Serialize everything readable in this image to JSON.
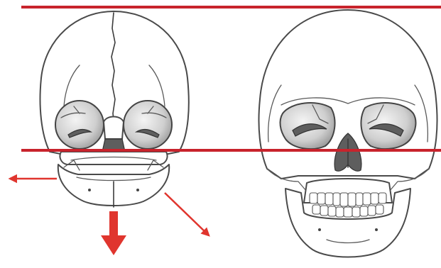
{
  "diagram": {
    "subjects": [
      "infant-skull",
      "adult-skull"
    ],
    "reference_lines": [
      "cranial-top-line",
      "orbit-level-line"
    ],
    "growth_arrows": [
      "lateral-left",
      "downward",
      "diagonal-down-right"
    ]
  },
  "colors": {
    "guide_line": "#c8232c",
    "arrow": "#e0352e",
    "bone_outline": "#4a4a4a",
    "orbit_shade": "#bdbdbd",
    "nasal_cavity": "#5e5e5e"
  }
}
